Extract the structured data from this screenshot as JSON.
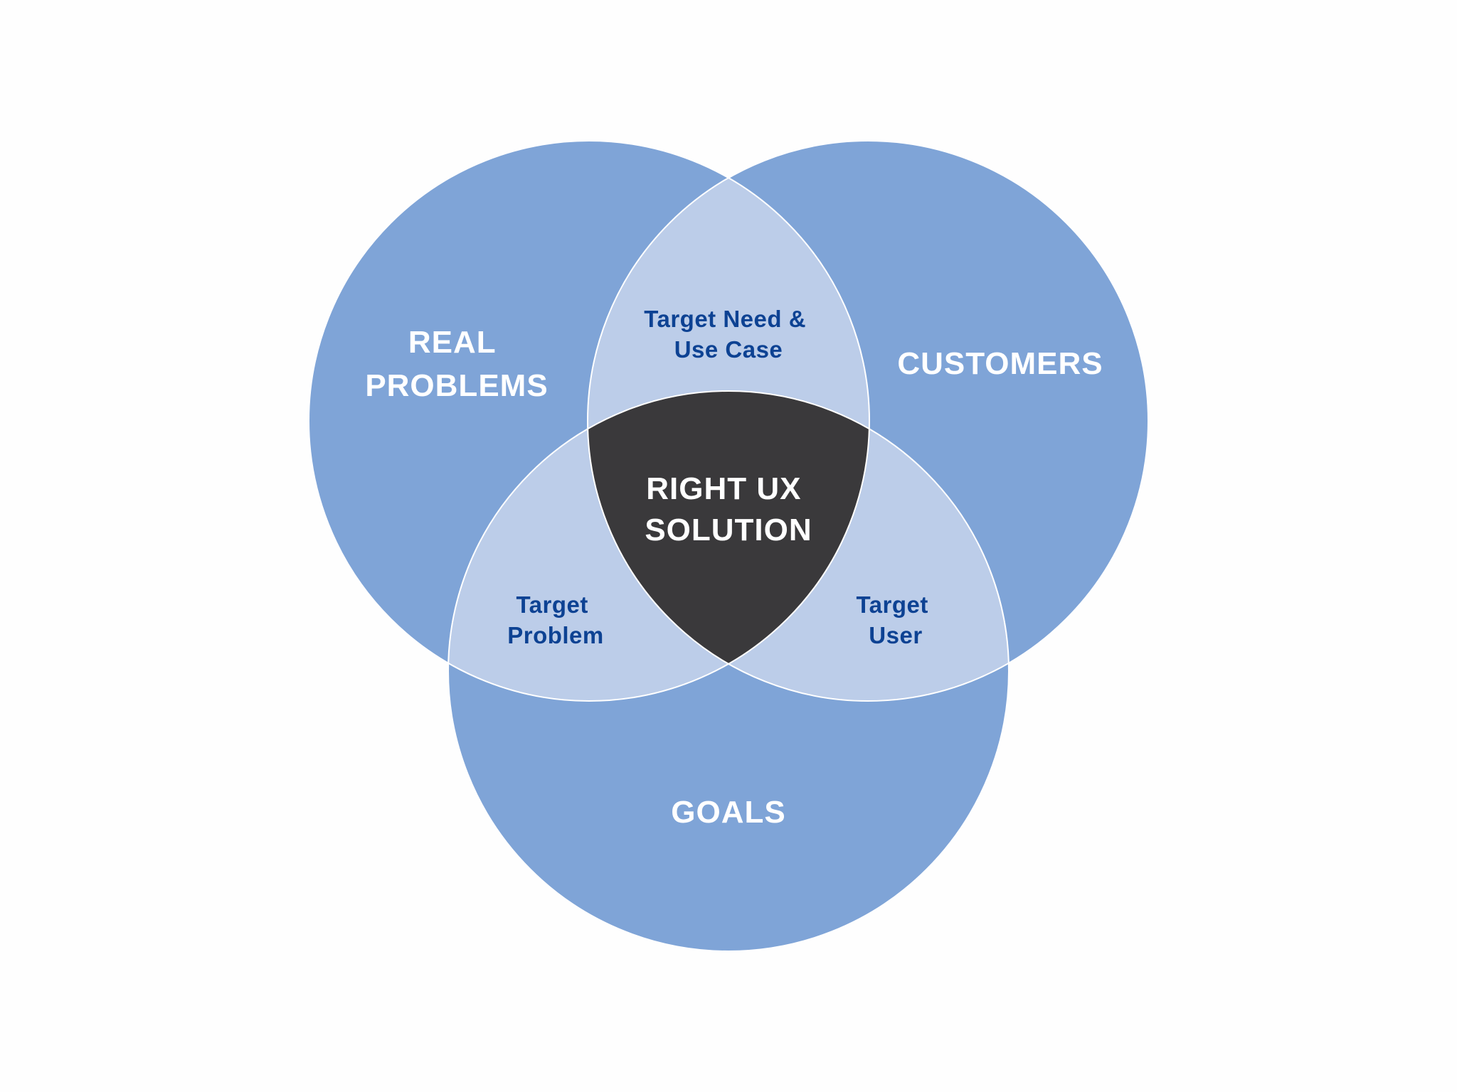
{
  "colors": {
    "background": "#fefefe",
    "circle_fill": "#7fa4d7",
    "pair_overlap_fill": "#bccde9",
    "center_fill": "#3a393b",
    "outline": "#ffffff",
    "main_text": "#ffffff",
    "sub_text": "#0d4293"
  },
  "circles": {
    "real_problems": {
      "lines": [
        "REAL",
        "PROBLEMS"
      ]
    },
    "customers": {
      "lines": [
        "CUSTOMERS"
      ]
    },
    "goals": {
      "lines": [
        "GOALS"
      ]
    }
  },
  "overlaps": {
    "need_use_case": {
      "lines": [
        "Target Need &",
        "Use Case"
      ]
    },
    "target_problem": {
      "lines": [
        "Target",
        "Problem"
      ]
    },
    "target_user": {
      "lines": [
        "Target",
        "User"
      ]
    }
  },
  "center": {
    "lines": [
      "RIGHT UX",
      "SOLUTION"
    ]
  }
}
